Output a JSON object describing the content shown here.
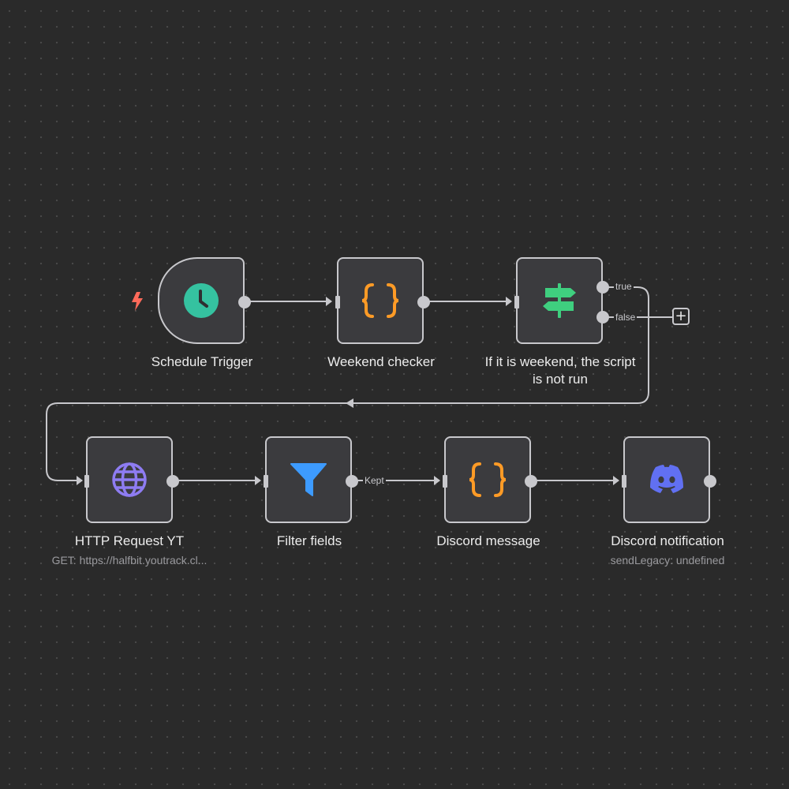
{
  "canvas": {
    "background": "#2a2a2a"
  },
  "nodes": {
    "schedule_trigger": {
      "label": "Schedule Trigger",
      "icon": "clock-icon",
      "icon_color": "#35c2a0"
    },
    "weekend_checker": {
      "label": "Weekend checker",
      "icon": "code-braces-icon",
      "icon_color": "#ff9b26"
    },
    "if_weekend": {
      "label_line1": "If it is weekend, the script",
      "label_line2": "is not run",
      "icon": "signpost-icon",
      "icon_color": "#3fcf7f"
    },
    "http_request": {
      "label": "HTTP Request YT",
      "subtitle": "GET: https://halfbit.youtrack.cl...",
      "icon": "globe-icon",
      "icon_color": "#8e7cf2"
    },
    "filter_fields": {
      "label": "Filter fields",
      "icon": "funnel-icon",
      "icon_color": "#3d9bff"
    },
    "discord_message": {
      "label": "Discord message",
      "icon": "code-braces-icon",
      "icon_color": "#ff9b26"
    },
    "discord_notification": {
      "label": "Discord notification",
      "subtitle": "sendLegacy: undefined",
      "icon": "discord-icon",
      "icon_color": "#6170f2"
    }
  },
  "branches": {
    "true_label": "true",
    "false_label": "false"
  },
  "edges": {
    "kept_label": "Kept"
  },
  "add_button": {
    "symbol": "+"
  },
  "trigger_indicator": {
    "icon": "lightning-bolt-icon",
    "color": "#ff6a5a"
  },
  "colors": {
    "node_fill": "#3b3b3e",
    "node_border": "#c8c8cc",
    "connection": "#c8c8cc",
    "label_text": "#ececec",
    "subtitle_text": "#9a9a9e"
  }
}
